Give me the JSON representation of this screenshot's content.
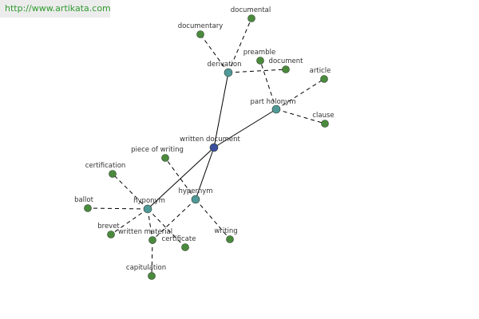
{
  "url": "http://www.artikata.com",
  "colors": {
    "center": "#3b4f9e",
    "hub": "#4f9a98",
    "leaf": "#4a8a3c",
    "edge": "#000000"
  },
  "nodes": [
    {
      "id": "written-document",
      "label": "written document",
      "kind": "center"
    },
    {
      "id": "derivation",
      "label": "derivation",
      "kind": "hub"
    },
    {
      "id": "part-holonym",
      "label": "part holonym",
      "kind": "hub"
    },
    {
      "id": "hyponym",
      "label": "hyponym",
      "kind": "hub"
    },
    {
      "id": "hypernym",
      "label": "hypernym",
      "kind": "hub"
    },
    {
      "id": "documental",
      "label": "documental",
      "kind": "leaf"
    },
    {
      "id": "documentary",
      "label": "documentary",
      "kind": "leaf"
    },
    {
      "id": "preamble",
      "label": "preamble",
      "kind": "leaf"
    },
    {
      "id": "document",
      "label": "document",
      "kind": "leaf"
    },
    {
      "id": "article",
      "label": "article",
      "kind": "leaf"
    },
    {
      "id": "clause",
      "label": "clause",
      "kind": "leaf"
    },
    {
      "id": "piece-of-writing",
      "label": "piece of writing",
      "kind": "leaf"
    },
    {
      "id": "certification",
      "label": "certification",
      "kind": "leaf"
    },
    {
      "id": "ballot",
      "label": "ballot",
      "kind": "leaf"
    },
    {
      "id": "brevet",
      "label": "brevet",
      "kind": "leaf"
    },
    {
      "id": "written-material",
      "label": "written material",
      "kind": "leaf"
    },
    {
      "id": "certificate",
      "label": "certificate",
      "kind": "leaf"
    },
    {
      "id": "writing",
      "label": "writing",
      "kind": "leaf"
    },
    {
      "id": "capitulation",
      "label": "capitulation",
      "kind": "leaf"
    }
  ],
  "edges": [
    {
      "from": "written-document",
      "to": "derivation",
      "style": "solid"
    },
    {
      "from": "written-document",
      "to": "part-holonym",
      "style": "solid"
    },
    {
      "from": "written-document",
      "to": "hyponym",
      "style": "solid"
    },
    {
      "from": "written-document",
      "to": "hypernym",
      "style": "solid"
    },
    {
      "from": "derivation",
      "to": "documental",
      "style": "dashed"
    },
    {
      "from": "derivation",
      "to": "documentary",
      "style": "dashed"
    },
    {
      "from": "derivation",
      "to": "document",
      "style": "dashed"
    },
    {
      "from": "part-holonym",
      "to": "preamble",
      "style": "dashed"
    },
    {
      "from": "part-holonym",
      "to": "article",
      "style": "dashed"
    },
    {
      "from": "part-holonym",
      "to": "clause",
      "style": "dashed"
    },
    {
      "from": "hyponym",
      "to": "certification",
      "style": "dashed"
    },
    {
      "from": "hyponym",
      "to": "ballot",
      "style": "dashed"
    },
    {
      "from": "hyponym",
      "to": "brevet",
      "style": "dashed"
    },
    {
      "from": "hyponym",
      "to": "written-material",
      "style": "dashed"
    },
    {
      "from": "hyponym",
      "to": "certificate",
      "style": "dashed"
    },
    {
      "from": "hypernym",
      "to": "piece-of-writing",
      "style": "dashed"
    },
    {
      "from": "hypernym",
      "to": "writing",
      "style": "dashed"
    },
    {
      "from": "hypernym",
      "to": "written-material",
      "style": "dashed"
    },
    {
      "from": "written-material",
      "to": "capitulation",
      "style": "dashed"
    }
  ]
}
